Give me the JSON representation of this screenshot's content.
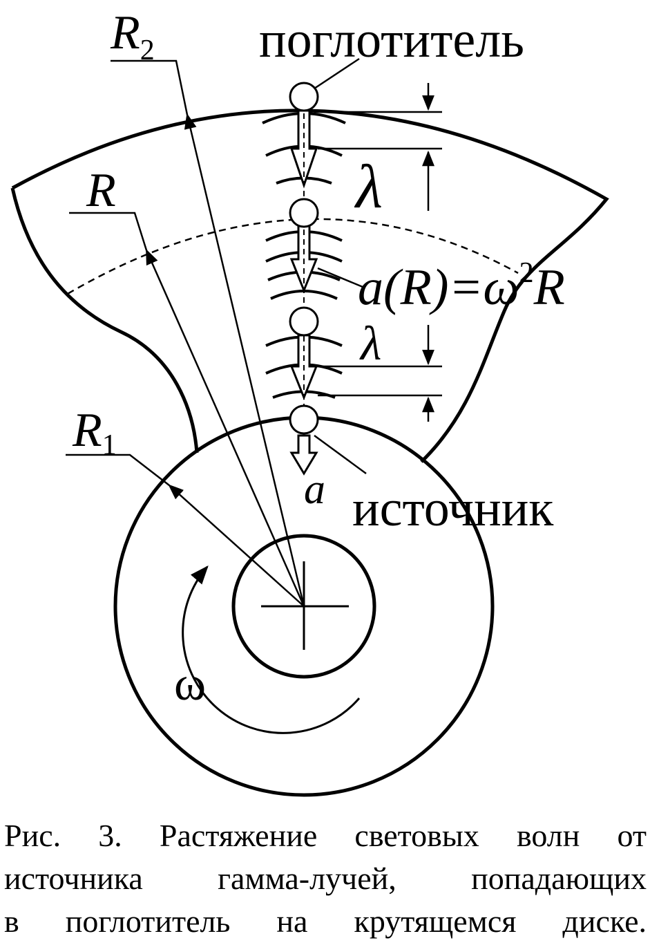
{
  "labels": {
    "R2_main": "R",
    "R2_sub": "2",
    "R": "R",
    "R1_main": "R",
    "R1_sub": "1",
    "absorber": "поглотитель",
    "source": "источник",
    "a": "a",
    "lambda": "λ",
    "accel_lhs": "a(R)=ω",
    "accel_sup": "2",
    "accel_rhs": "R",
    "omega": "ω"
  },
  "caption": {
    "line1": "Рис. 3. Растяжение световых волн от",
    "line2": "источника гамма-лучей, попадающих",
    "line3": "в поглотитель на крутящемся диске."
  }
}
